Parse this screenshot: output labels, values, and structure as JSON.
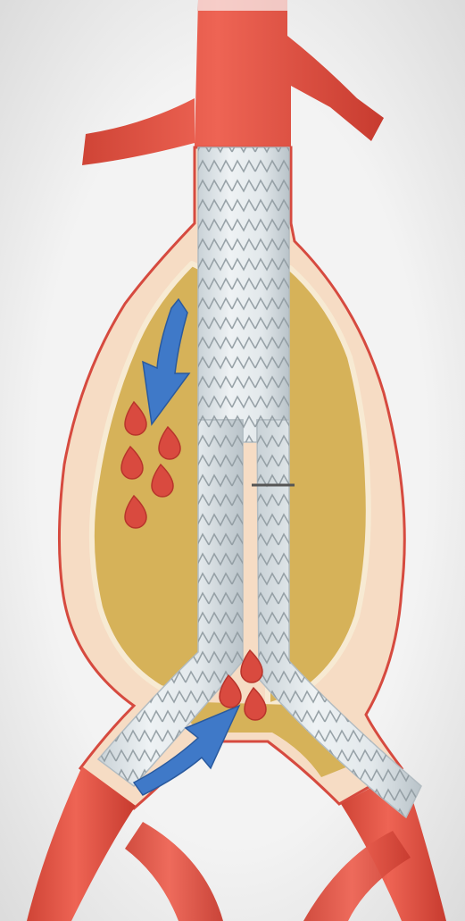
{
  "diagram": {
    "subject": "endovascular-aneurysm-repair-endoleak",
    "text_labels": [],
    "colors": {
      "background": "#efefef",
      "artery": "#e8574a",
      "artery_dark": "#c43a2f",
      "sac_outline": "#d64a3f",
      "sac_fill": "#f5d9c0",
      "thrombus": "#d7b35a",
      "stent_graft": "#dfe6ea",
      "stent_wire": "#8f9aa0",
      "flow_arrow": "#3f79c8",
      "blood_drop": "#d94a3f"
    },
    "stent_graft": {
      "body_count": 1,
      "limb_count": 2
    },
    "flow_arrows": [
      {
        "name": "proximal-endoleak-flow",
        "direction": "down"
      },
      {
        "name": "distal-endoleak-flow",
        "direction": "up-right"
      }
    ],
    "blood_drop_count": 8
  }
}
